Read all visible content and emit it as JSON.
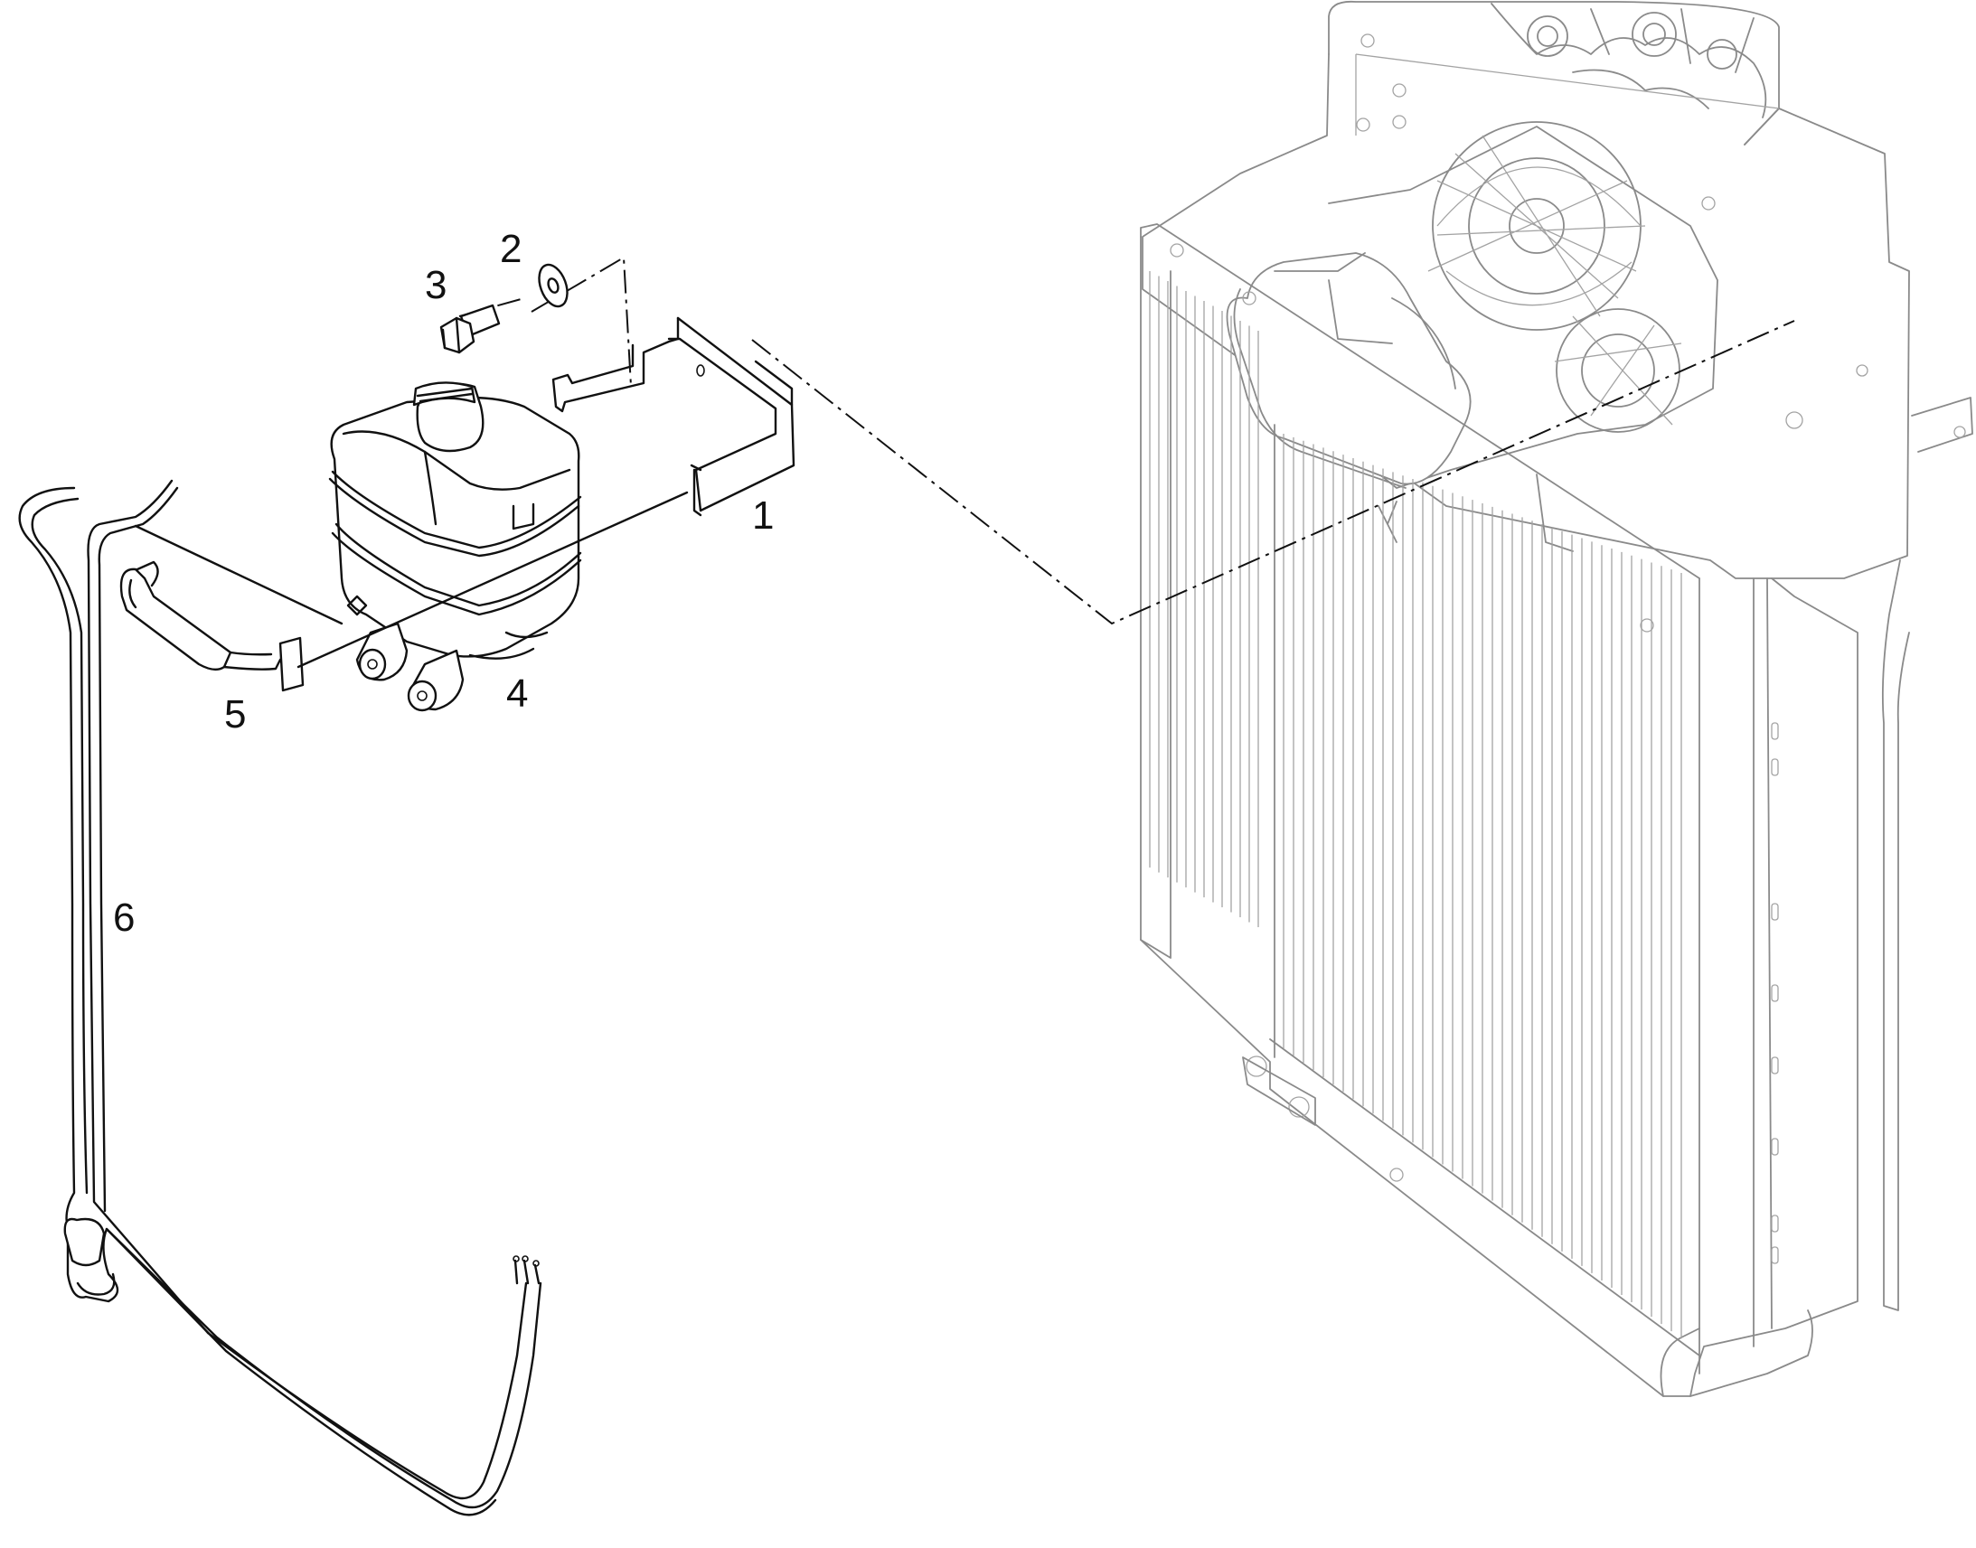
{
  "callouts": [
    {
      "id": "1",
      "label": "1"
    },
    {
      "id": "2",
      "label": "2"
    },
    {
      "id": "3",
      "label": "3"
    },
    {
      "id": "4",
      "label": "4"
    },
    {
      "id": "5",
      "label": "5"
    },
    {
      "id": "6",
      "label": "6"
    }
  ],
  "parts": [
    {
      "callout": "1",
      "icon": "mounting-bracket-icon"
    },
    {
      "callout": "2",
      "icon": "washer-icon"
    },
    {
      "callout": "3",
      "icon": "hex-bolt-icon"
    },
    {
      "callout": "4",
      "icon": "expansion-tank-icon"
    },
    {
      "callout": "5",
      "icon": "hose-icon"
    },
    {
      "callout": "6",
      "icon": "hose-line-icon"
    }
  ],
  "colors": {
    "ink": "#111111",
    "background_assembly": "#8a8a8a",
    "paper": "#ffffff"
  }
}
